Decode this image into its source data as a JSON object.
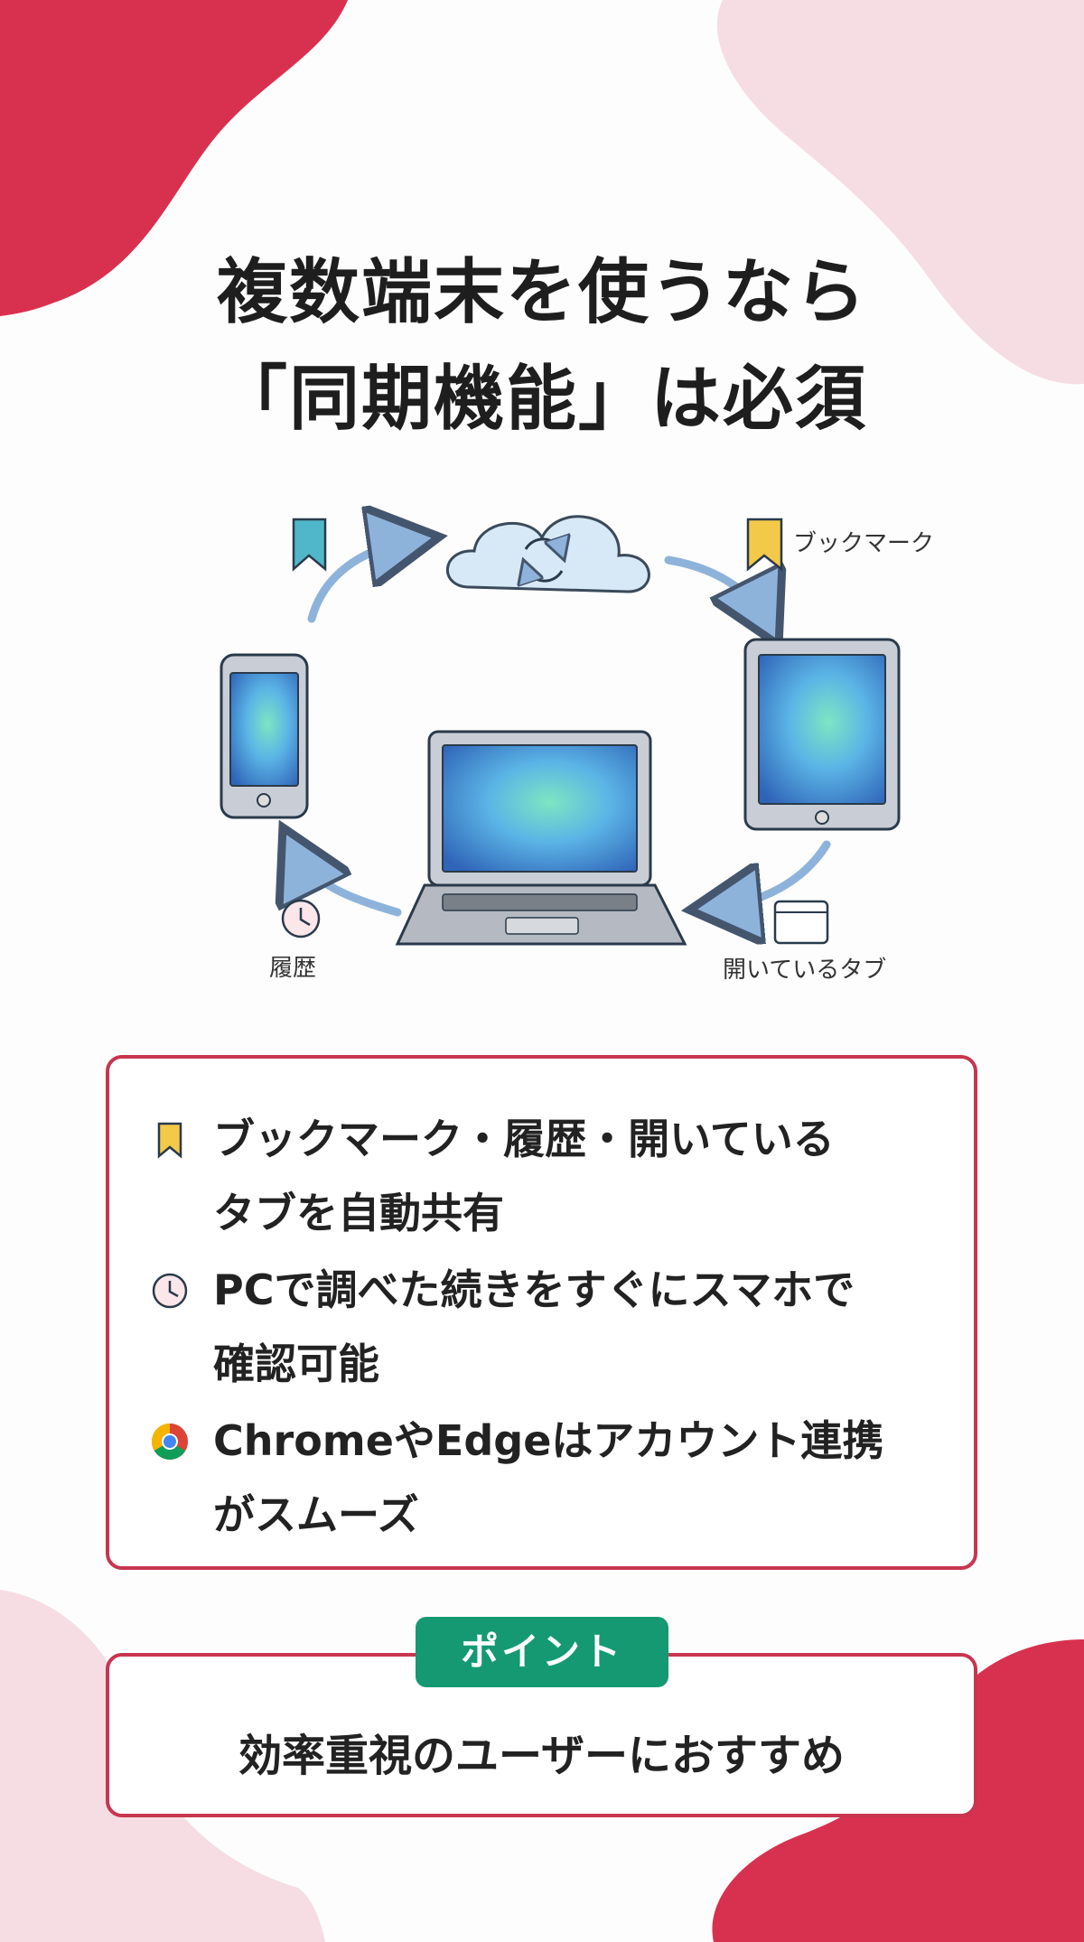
{
  "title": {
    "line1": "複数端末を使うなら",
    "line2": "「同期機能」は必須"
  },
  "illustration": {
    "label_bookmark": "ブックマーク",
    "label_history": "履歴",
    "label_tabs": "開いているタブ",
    "icons": [
      "cloud-sync-icon",
      "smartphone-icon",
      "tablet-icon",
      "laptop-icon",
      "bookmark-icon",
      "clock-icon",
      "browser-window-icon"
    ]
  },
  "features": [
    {
      "icon": "bookmark-icon",
      "line1": "ブックマーク・履歴・開いている",
      "line2": "タブを自動共有"
    },
    {
      "icon": "clock-icon",
      "line1": "PCで調べた続きをすぐにスマホで",
      "line2": "確認可能"
    },
    {
      "icon": "chrome-icon",
      "line1": "ChromeやEdgeはアカウント連携",
      "line2": "がスムーズ"
    }
  ],
  "point": {
    "badge": "ポイント",
    "text": "効率重視のユーザーにおすすめ"
  },
  "colors": {
    "accent_red": "#d8314f",
    "accent_pink": "#f6dde3",
    "point_green": "#149973",
    "bookmark_yellow": "#f3c94a",
    "bookmark_teal": "#4fb7c9",
    "arrow_blue": "#8eb3db"
  }
}
